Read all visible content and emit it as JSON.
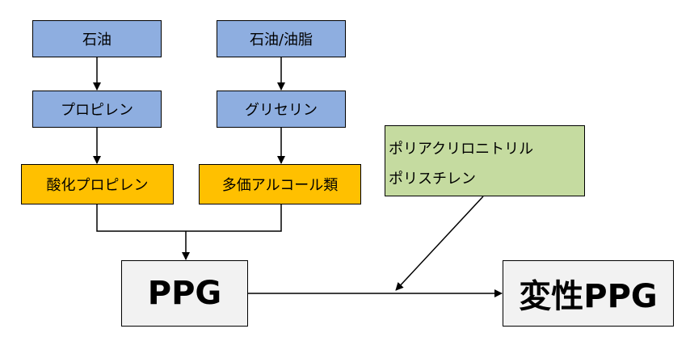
{
  "nodes": {
    "oil_1": "石油",
    "oil_2": "石油/油脂",
    "propylene": "プロピレン",
    "glycerin": "グリセリン",
    "propylene_oxide": "酸化プロピレン",
    "polyol": "多価アルコール類",
    "modifiers": [
      "ポリアクリロニトリル",
      "ポリスチレン"
    ],
    "ppg": "PPG",
    "modified_ppg": "変性PPG"
  },
  "colors": {
    "source": "#8eaee0",
    "intermediate": "#ffc000",
    "modifier": "#c5dba0",
    "product": "#f2f2f2",
    "line": "#000000"
  }
}
